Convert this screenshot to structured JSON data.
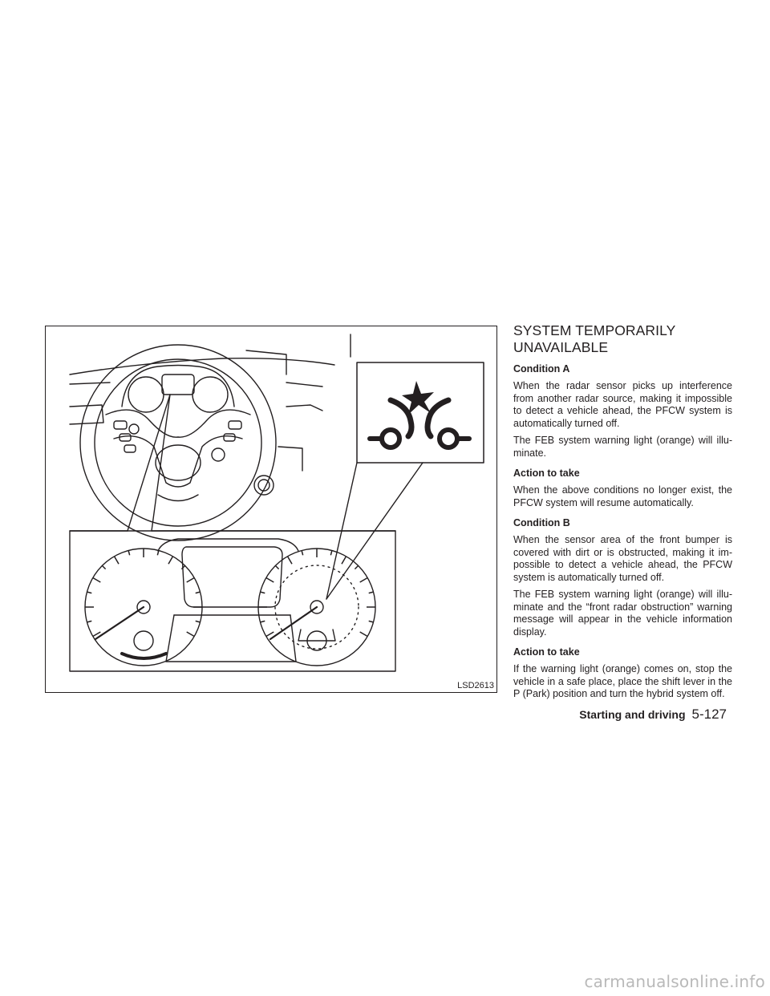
{
  "figure": {
    "code": "LSD2613",
    "icon_name": "front-emergency-braking-warning-icon"
  },
  "section": {
    "title_line1": "SYSTEM TEMPORARILY",
    "title_line2": "UNAVAILABLE",
    "blocks": [
      {
        "heading": "Condition A"
      },
      {
        "text": "When the radar sensor picks up interference from another radar source, making it impossible to detect a vehicle ahead, the PFCW system is automatically turned off."
      },
      {
        "text": "The FEB system warning light (orange) will illu-minate."
      },
      {
        "heading": "Action to take"
      },
      {
        "text": "When the above conditions no longer exist, the PFCW system will resume automatically."
      },
      {
        "heading": "Condition B"
      },
      {
        "text": "When the sensor area of the front bumper is covered with dirt or is obstructed, making it im-possible to detect a vehicle ahead, the PFCW system is automatically turned off."
      },
      {
        "text": "The FEB system warning light (orange) will illu-minate and the “front radar obstruction” warning message will appear in the vehicle information display."
      },
      {
        "heading": "Action to take"
      },
      {
        "text": "If the warning light (orange) comes on, stop the vehicle in a safe place, place the shift lever in the P (Park) position and turn the hybrid system off."
      }
    ]
  },
  "footer": {
    "section_name": "Starting and driving",
    "page_number": "5-127"
  },
  "watermark": "carmanualsonline.info"
}
